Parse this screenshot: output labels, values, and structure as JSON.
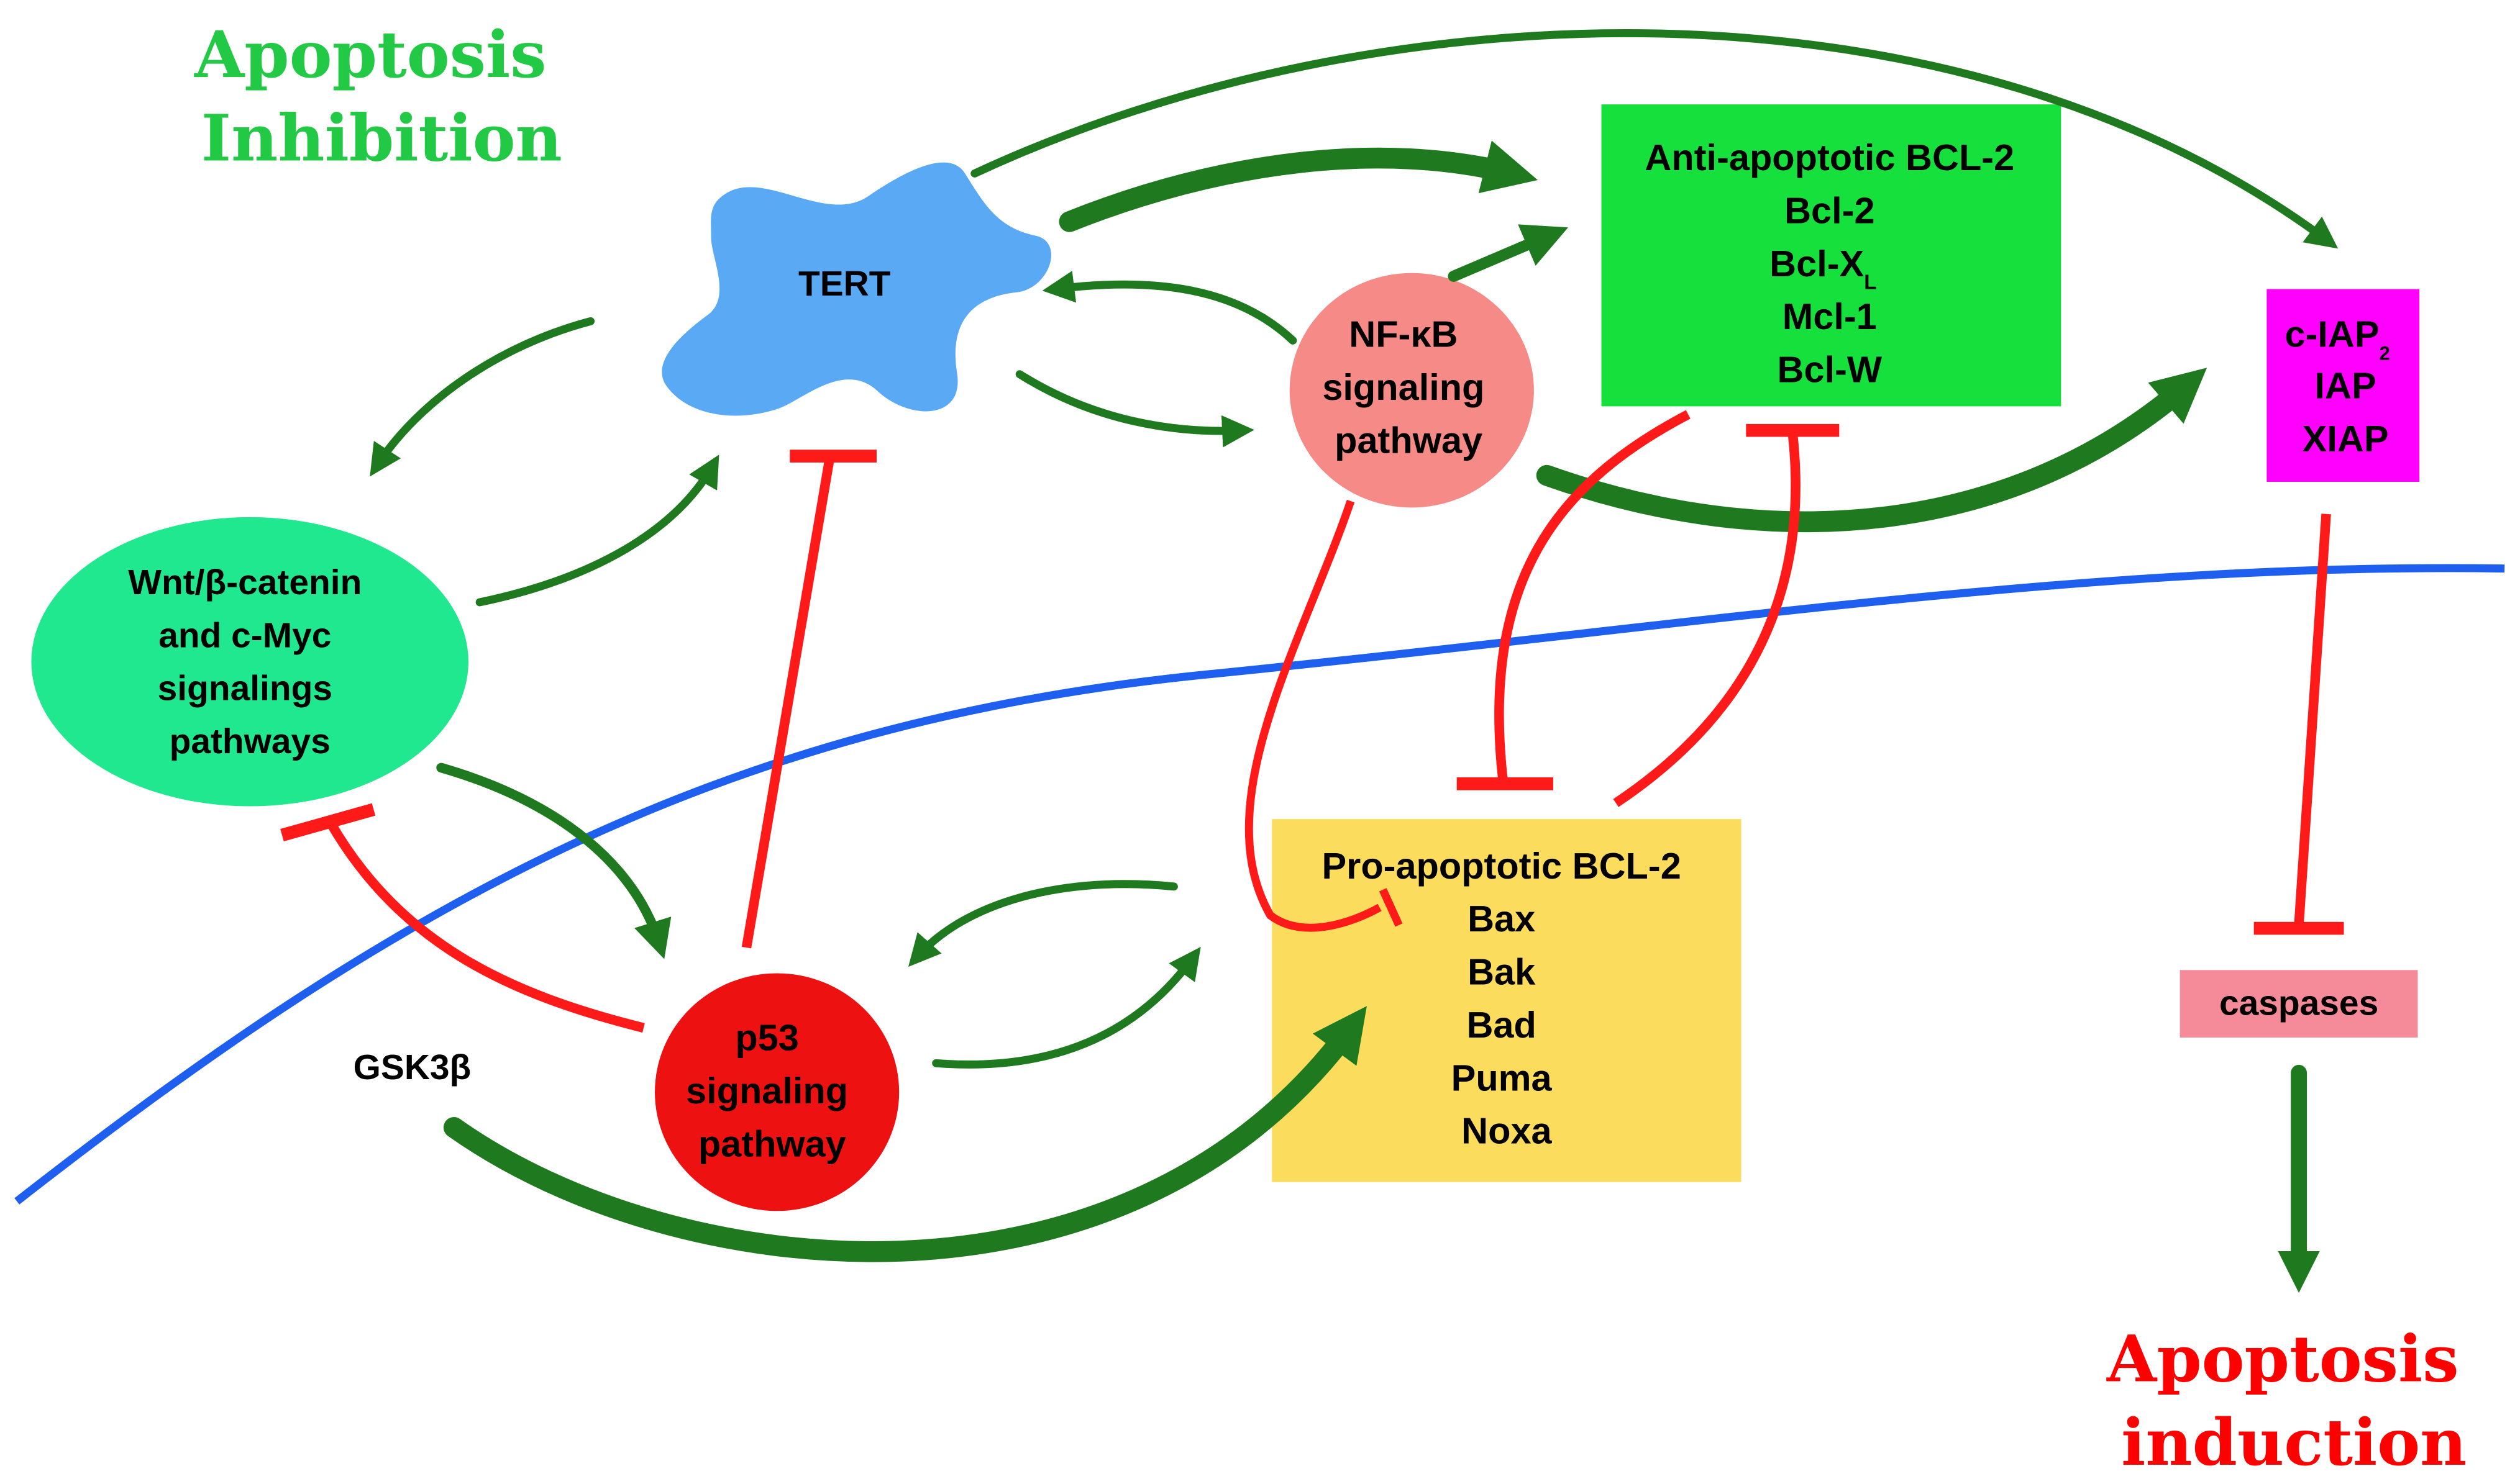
{
  "title_inhibition": [
    "Apoptosis",
    "Inhibition"
  ],
  "title_induction": [
    "Apoptosis",
    "induction"
  ],
  "colors": {
    "green_title": "#22c944",
    "red_title": "#ff0000",
    "activation": "#1f7a1f",
    "inhibition": "#ff1a1a",
    "membrane": "#1f5ff0",
    "tert": "#5aa9f5",
    "wnt": "#1fe88f",
    "nfkb": "#f58a86",
    "p53": "#ee1111",
    "anti_bcl2": "#16e03b",
    "pro_bcl2": "#fcdc5c",
    "iap": "#ff00ff",
    "caspases": "#f58a98"
  },
  "nodes": {
    "tert": "TERT",
    "wnt": [
      "Wnt/β-catenin",
      "and c-Myc",
      "signalings",
      "pathways"
    ],
    "nfkb": [
      "NF-κB",
      "signaling",
      "pathway"
    ],
    "p53": [
      "p53",
      "signaling",
      "pathway"
    ],
    "gsk": "GSK3β",
    "anti_bcl2": {
      "title": "Anti-apoptotic BCL-2",
      "bcl2": "Bcl-2",
      "bclx": "Bcl-X",
      "bclx_sub": "L",
      "mcl1": "Mcl-1",
      "bclw": "Bcl-W"
    },
    "pro_bcl2": [
      "Pro-apoptotic BCL-2",
      "Bax",
      "Bak",
      "Bad",
      "Puma",
      "Noxa"
    ],
    "iap": {
      "ciap": "c-IAP",
      "ciap_sub": "2",
      "iap": "IAP",
      "xiap": "XIAP"
    },
    "caspases": "caspases"
  }
}
